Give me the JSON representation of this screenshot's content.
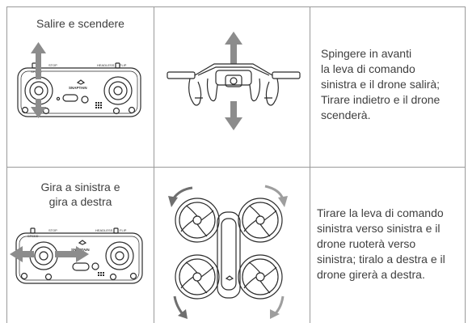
{
  "rows": [
    {
      "caption_lines": [
        "Salire e scendere"
      ],
      "desc_lines": [
        "Spingere in avanti",
        "la leva di comando",
        "sinistra e il drone salirà;",
        "Tirare indietro e il drone",
        "scenderà."
      ]
    },
    {
      "caption_lines": [
        "Gira a sinistra e",
        "gira a destra"
      ],
      "desc_lines": [
        "Tirare la leva di comando",
        "sinistra verso sinistra e il",
        "drone ruoterà verso",
        "sinistra; tiralo a destra e il",
        "drone girerà a destra."
      ]
    }
  ],
  "remote": {
    "brand": "SNAPTAIN",
    "label_speed": "SPEED",
    "label_stop": "STOP",
    "label_headless": "HEADLESS",
    "label_flip": "FLIP"
  },
  "colors": {
    "border": "#9a9a9a",
    "arrow": "#8c8c8c",
    "line_art": "#2b2b2b"
  },
  "icons": [
    "up-down-arrow-icon",
    "left-right-arrow-icon",
    "rotate-arrow-icon",
    "remote-controller-icon",
    "drone-icon"
  ]
}
